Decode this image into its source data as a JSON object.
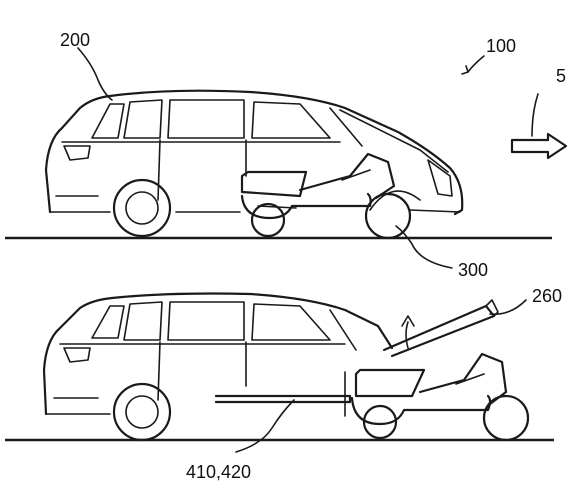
{
  "figure": {
    "labels": {
      "vehicle": "200",
      "system": "100",
      "direction": "5",
      "robot": "300",
      "hatch": "260",
      "rails": "410,420"
    }
  }
}
